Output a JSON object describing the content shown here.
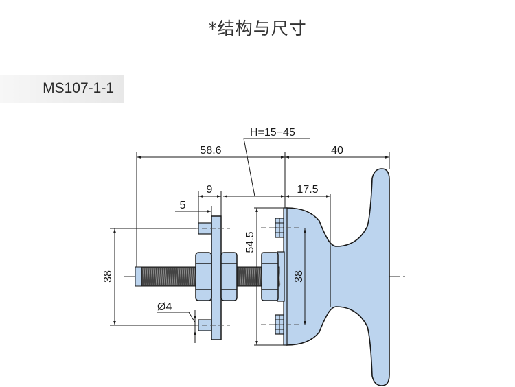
{
  "title": "*结构与尺寸",
  "model": "MS107-1-1",
  "drawing": {
    "part_fill": "#bcd4ee",
    "stroke": "#1a1a1a",
    "dimensions": {
      "h_range": "H=15−45",
      "overall_left": "58.6",
      "handle_length": "40",
      "flange_gap": "9",
      "neck": "17.5",
      "pin_offset": "5",
      "pin_spacing_left": "38",
      "plate_height": "54.5",
      "pin_spacing_right": "38",
      "pin_diameter": "Ø4"
    }
  }
}
